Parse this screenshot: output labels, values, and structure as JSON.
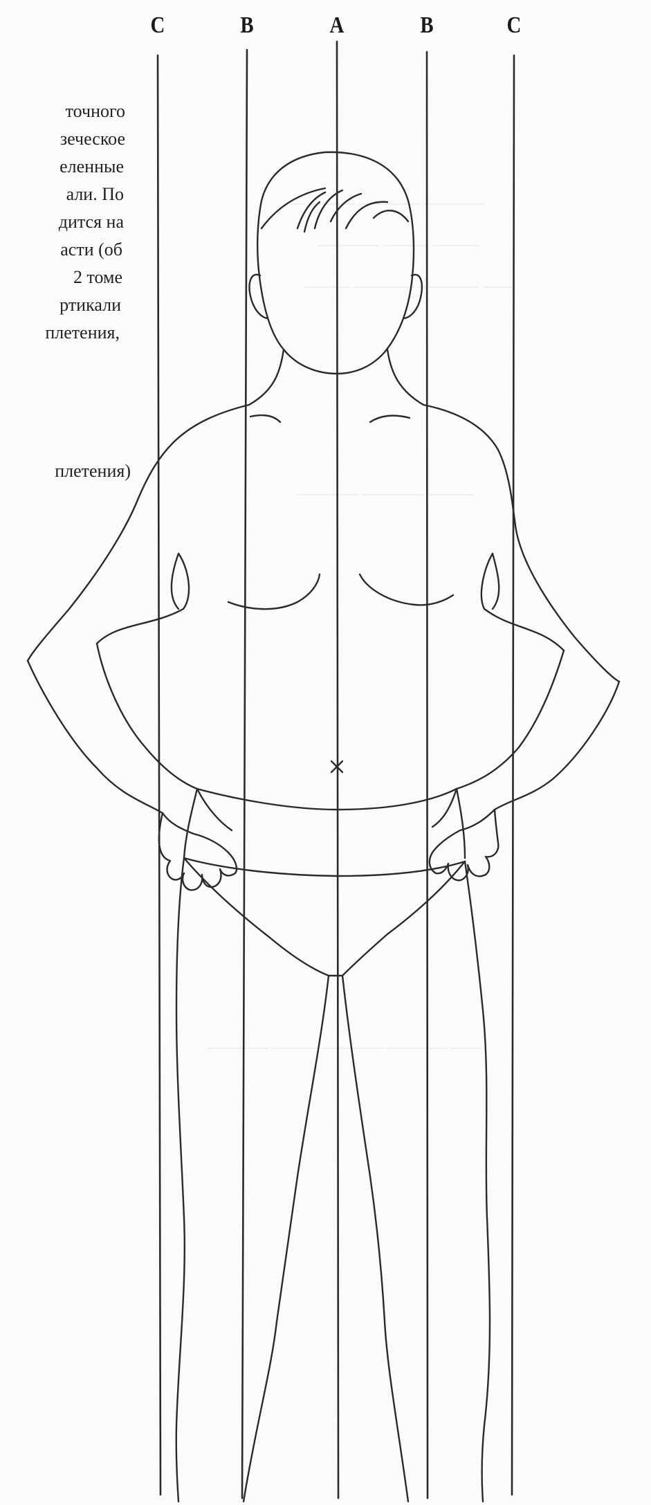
{
  "axis_labels": [
    "C",
    "B",
    "A",
    "B",
    "C"
  ],
  "text_fragments": [
    "точного",
    "зеческое",
    "еленные",
    "али.  По",
    "дится на",
    "асти (об",
    "2    томе",
    "ртикали",
    "плетения,",
    "плетения)"
  ],
  "colors": {
    "line": "#2a2a2a",
    "paper": "#fbfbf9"
  }
}
